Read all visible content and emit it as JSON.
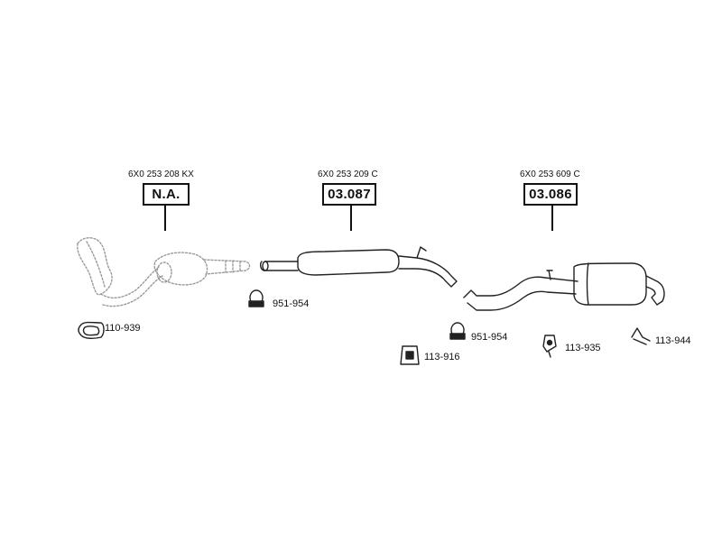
{
  "sections": [
    {
      "oem_number": "6X0 253 208 KX",
      "part_number": "N.A."
    },
    {
      "oem_number": "6X0 253 209 C",
      "part_number": "03.087"
    },
    {
      "oem_number": "6X0 253 609 C",
      "part_number": "03.086"
    }
  ],
  "fittings": [
    {
      "code": "110-939"
    },
    {
      "code": "951-954"
    },
    {
      "code": "951-954"
    },
    {
      "code": "113-916"
    },
    {
      "code": "113-935"
    },
    {
      "code": "113-944"
    }
  ]
}
